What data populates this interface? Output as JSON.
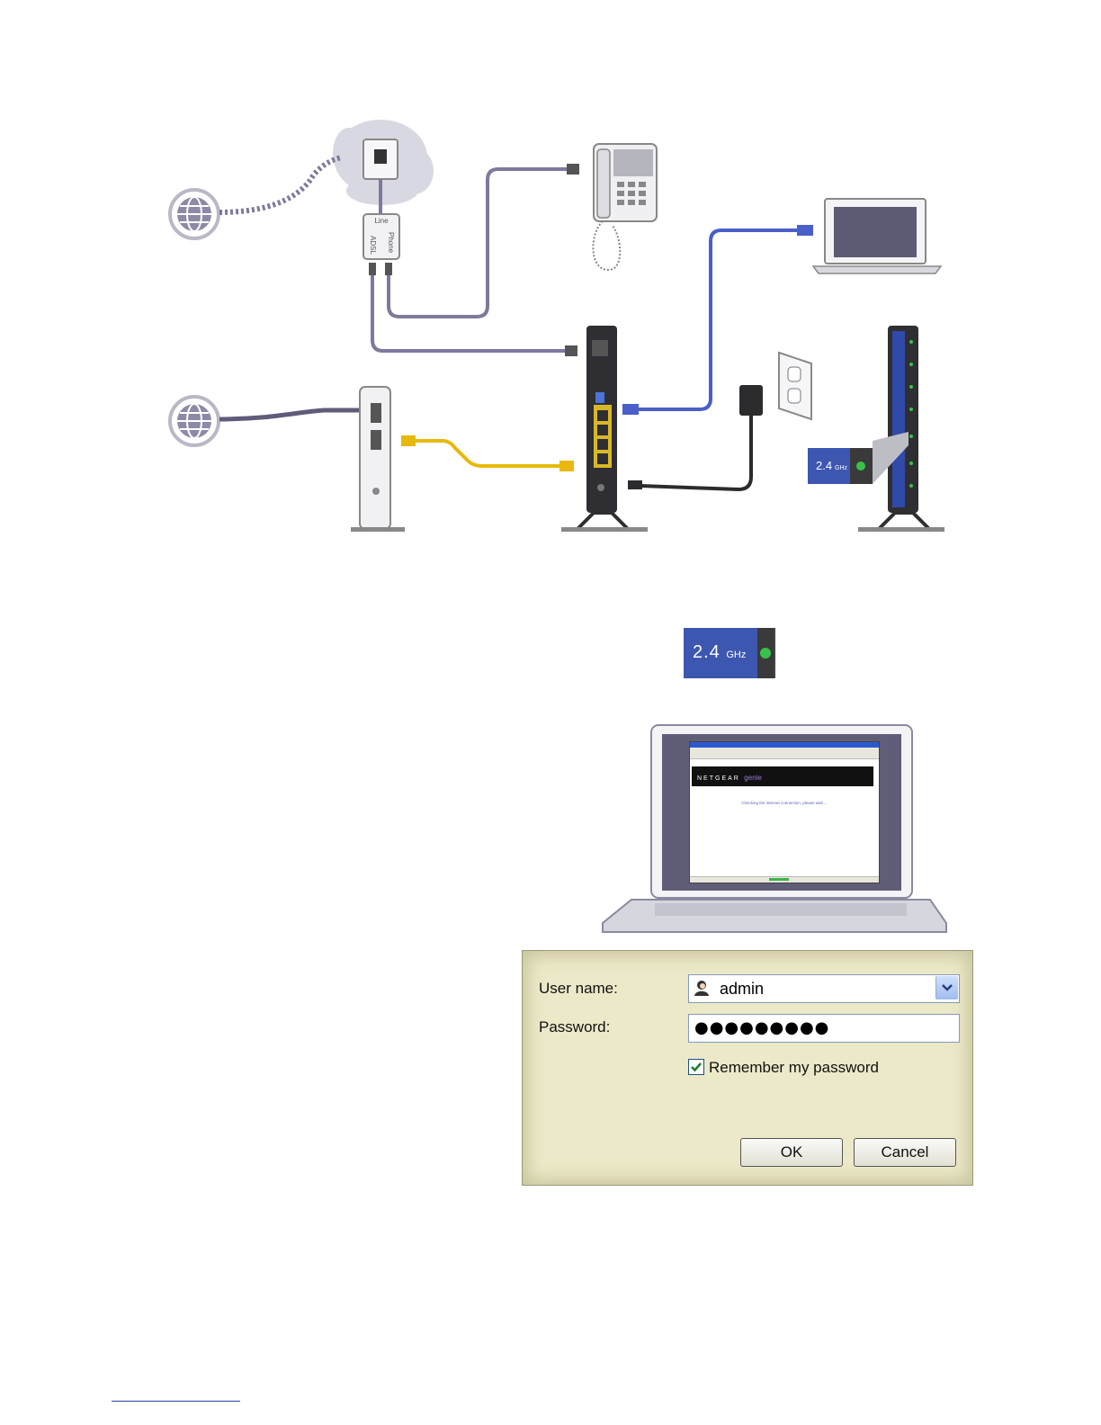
{
  "splitter": {
    "line": "Line",
    "adsl": "ADSL",
    "phone": "Phone"
  },
  "led_badge": {
    "value": "2.4",
    "unit": "GHz",
    "status_color": "#39c24a"
  },
  "router_callout": {
    "value": "2.4",
    "unit": "GHz"
  },
  "browser": {
    "brand": "NETGEAR",
    "product": "genie",
    "status_message": "Checking the internet connection, please wait ..."
  },
  "login": {
    "username_label": "User name:",
    "username_value": "admin",
    "password_label": "Password:",
    "password_value": "●●●●●●●●●",
    "remember_label": "Remember my password",
    "remember_checked": true,
    "ok_label": "OK",
    "cancel_label": "Cancel"
  },
  "colors": {
    "cable_gray": "#7d7a9c",
    "cable_blue": "#4a5fc8",
    "cable_yellow": "#e8b90c",
    "router_blue": "#2f4aa8"
  }
}
